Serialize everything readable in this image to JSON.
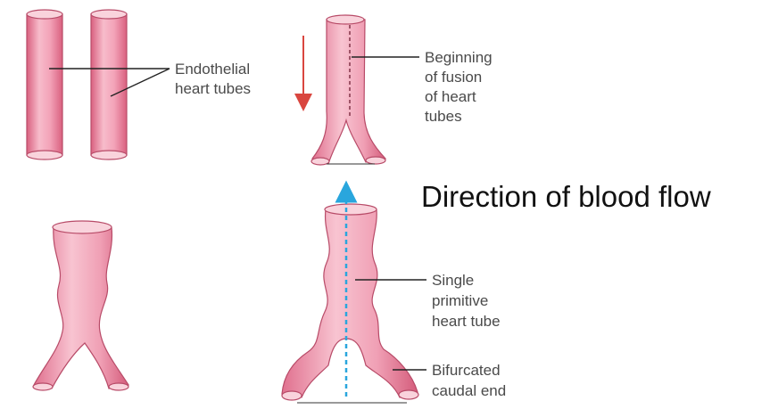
{
  "labels": {
    "endothelial": [
      "Endothelial",
      "heart tubes"
    ],
    "fusion": [
      "Beginning",
      "of fusion",
      "of heart",
      "tubes"
    ],
    "direction": "Direction of blood flow",
    "single": [
      "Single",
      "primitive",
      "heart tube"
    ],
    "bifurcated": [
      "Bifurcated",
      "caudal end"
    ]
  },
  "colors": {
    "tube_light": "#f7bccb",
    "tube_mid": "#ee8da8",
    "tube_dark": "#d9607f",
    "tube_edge": "#b84b68",
    "arrow_red": "#d9463f",
    "arrow_blue": "#29a6dd"
  }
}
